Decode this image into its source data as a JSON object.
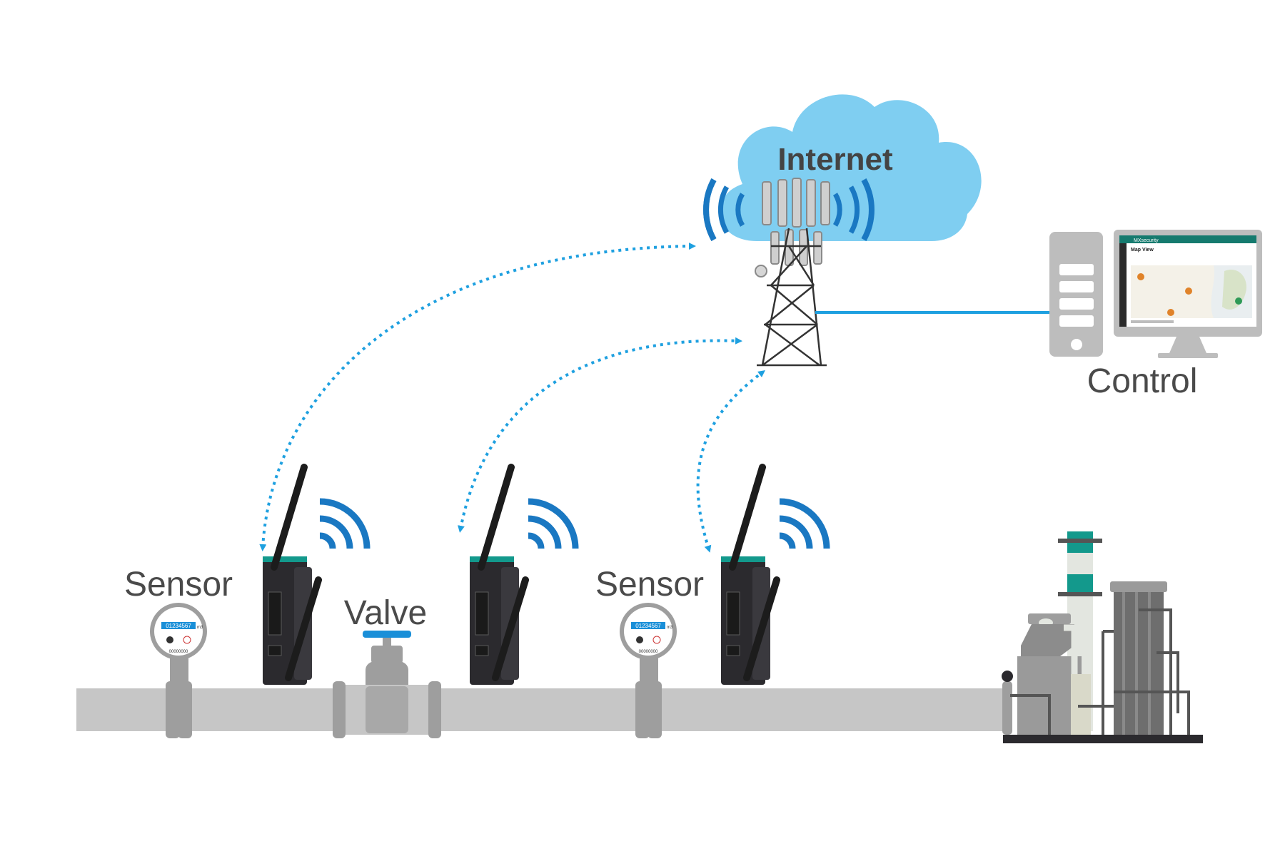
{
  "labels": {
    "internet": "Internet",
    "control": "Control",
    "sensor_left": "Sensor",
    "valve": "Valve",
    "sensor_right": "Sensor"
  },
  "meters": {
    "left": {
      "reading": "01234567",
      "unit": "m3",
      "serial": "00000000"
    },
    "right": {
      "reading": "01234567",
      "unit": "m3",
      "serial": "00000000"
    }
  },
  "monitor": {
    "app_name": "MXsecurity",
    "page_title": "Map View"
  },
  "colors": {
    "cloud": "#7fcef1",
    "signal": "#1a78c2",
    "link": "#1ea0e0",
    "pipe": "#c6c6c6",
    "device": "#2b2a2e",
    "accent": "#13998c",
    "text": "#4a4a4a"
  },
  "icons": [
    "cloud-icon",
    "cell-tower-icon",
    "wifi-signal-icon",
    "gateway-device-icon",
    "water-meter-icon",
    "valve-icon",
    "computer-tower-icon",
    "monitor-icon",
    "factory-icon"
  ]
}
